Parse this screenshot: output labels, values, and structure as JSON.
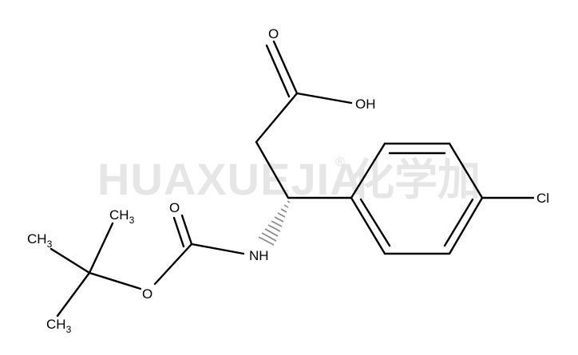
{
  "watermark": {
    "text": "HUAXUEJIA",
    "registered": "®",
    "chinese": "化学加"
  },
  "atoms": {
    "carbonyl_o_acid": "O",
    "hydroxyl": "OH",
    "chlorine": "Cl",
    "carbamate_o": "O",
    "ester_o": "O",
    "amine": "NH",
    "methyl_top": {
      "main": "CH",
      "sub": "3"
    },
    "methyl_left": {
      "main": "CH",
      "sub": "3"
    },
    "methyl_bottom": {
      "main": "CH",
      "sub": "3"
    }
  }
}
